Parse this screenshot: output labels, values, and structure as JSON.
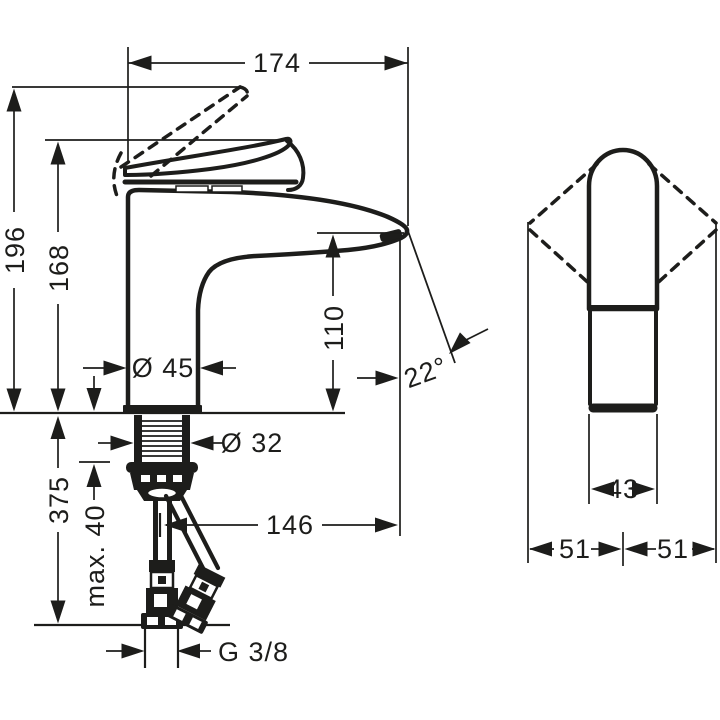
{
  "drawing": {
    "background": "#ffffff",
    "ink_color": "#1d1d1b",
    "side_view": {
      "dims": {
        "total_projection": "174",
        "overall_height": "196",
        "handle_height": "168",
        "spout_height": "110",
        "body_diameter": "Ø 45",
        "shank_diameter": "Ø 32",
        "below_counter_depth": "375",
        "max_mounting_thickness": "max. 40",
        "spout_reach": "146",
        "spray_angle": "22°",
        "connection_thread": "G 3/8"
      }
    },
    "front_view": {
      "dims": {
        "handle_width": "43",
        "left_offset": "51",
        "right_offset": "51"
      }
    }
  }
}
